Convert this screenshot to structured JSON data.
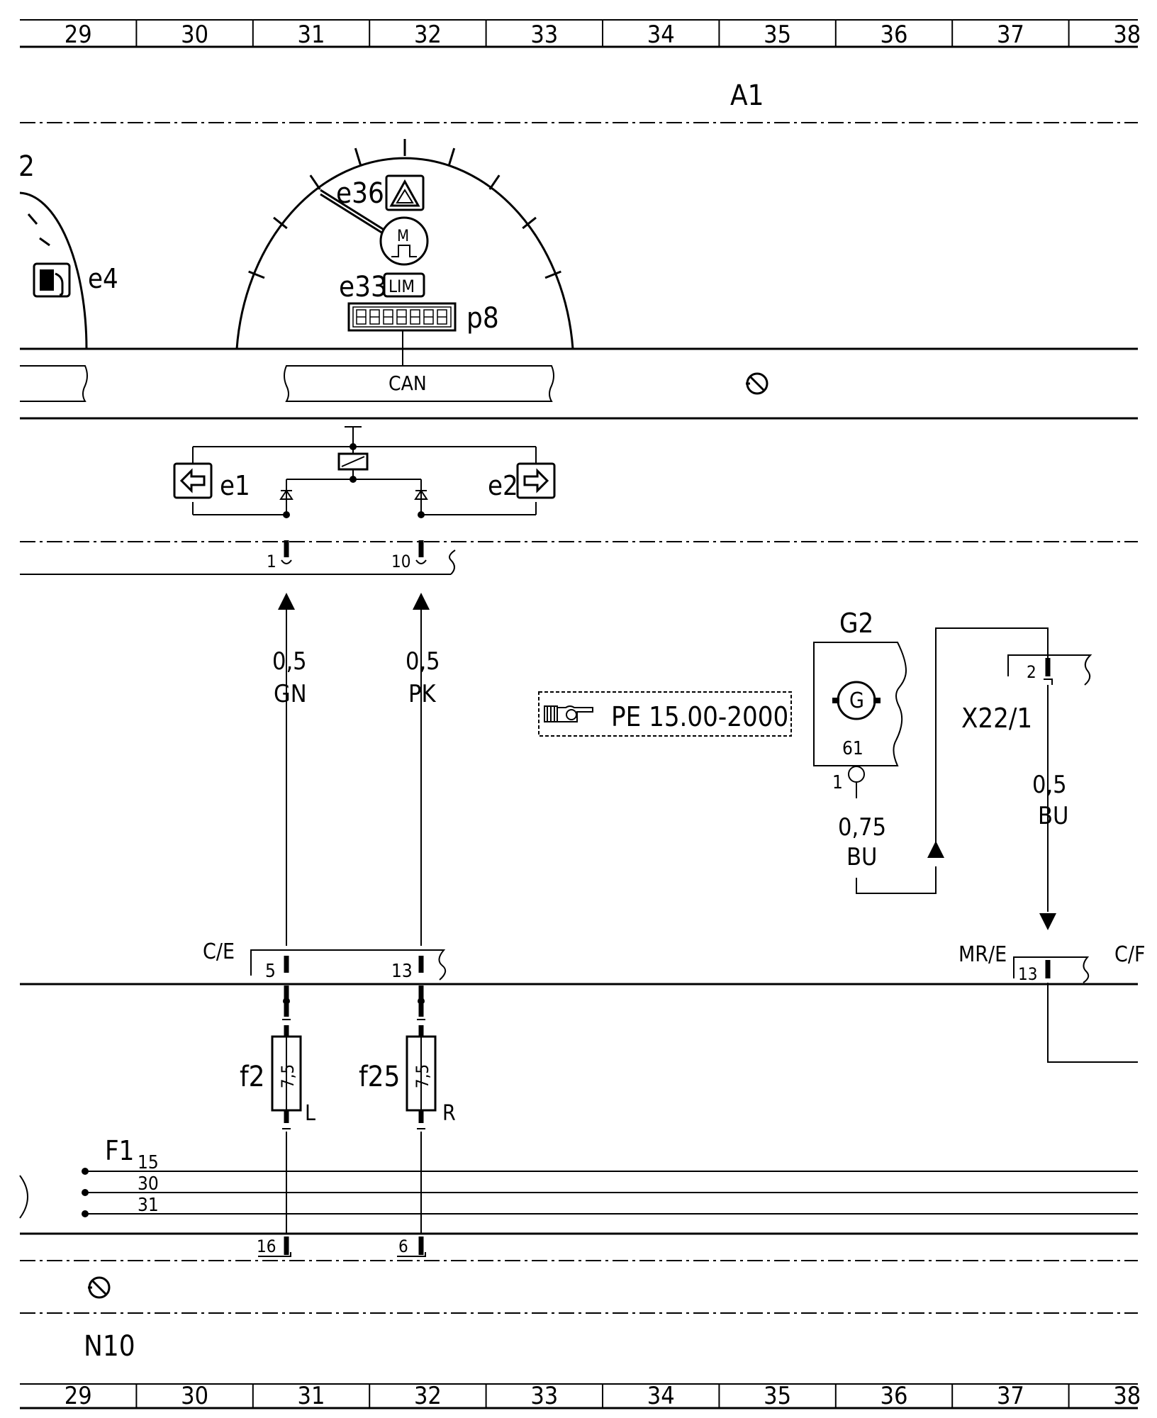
{
  "grid_numbers": [
    "29",
    "30",
    "31",
    "32",
    "33",
    "34",
    "35",
    "36",
    "37",
    "38"
  ],
  "labels": {
    "module": "A1",
    "partial_2": "2",
    "e4": "e4",
    "e36": "e36",
    "e33": "e33",
    "lim": "LIM",
    "p8": "p8",
    "motor_m": "M",
    "can": "CAN",
    "e1": "e1",
    "e2": "e2",
    "pin_1": "1",
    "pin_10": "10",
    "wire_left_size": "0,5",
    "wire_left_color": "GN",
    "wire_right_size": "0,5",
    "wire_right_color": "PK",
    "ref_note": "PE 15.00-2000",
    "g2": "G2",
    "gen_g": "G",
    "g2_pin_61": "61",
    "g2_pin_1": "1",
    "g2_wire_size": "0,75",
    "g2_wire_color": "BU",
    "x22_pin": "2",
    "x22": "X22/1",
    "x22_wire_size": "0,5",
    "x22_wire_color": "BU",
    "ce": "C/E",
    "pin_5": "5",
    "pin_13": "13",
    "mre": "MR/E",
    "mre_pin": "13",
    "cf": "C/F",
    "f2": "f2",
    "f25": "f25",
    "fuse_rating_1": "7,5",
    "fuse_rating_2": "7,5",
    "fuse_l": "L",
    "fuse_r": "R",
    "f1": "F1",
    "bus_15": "15",
    "bus_30": "30",
    "bus_31": "31",
    "pin_16": "16",
    "pin_6": "6",
    "n10": "N10"
  }
}
